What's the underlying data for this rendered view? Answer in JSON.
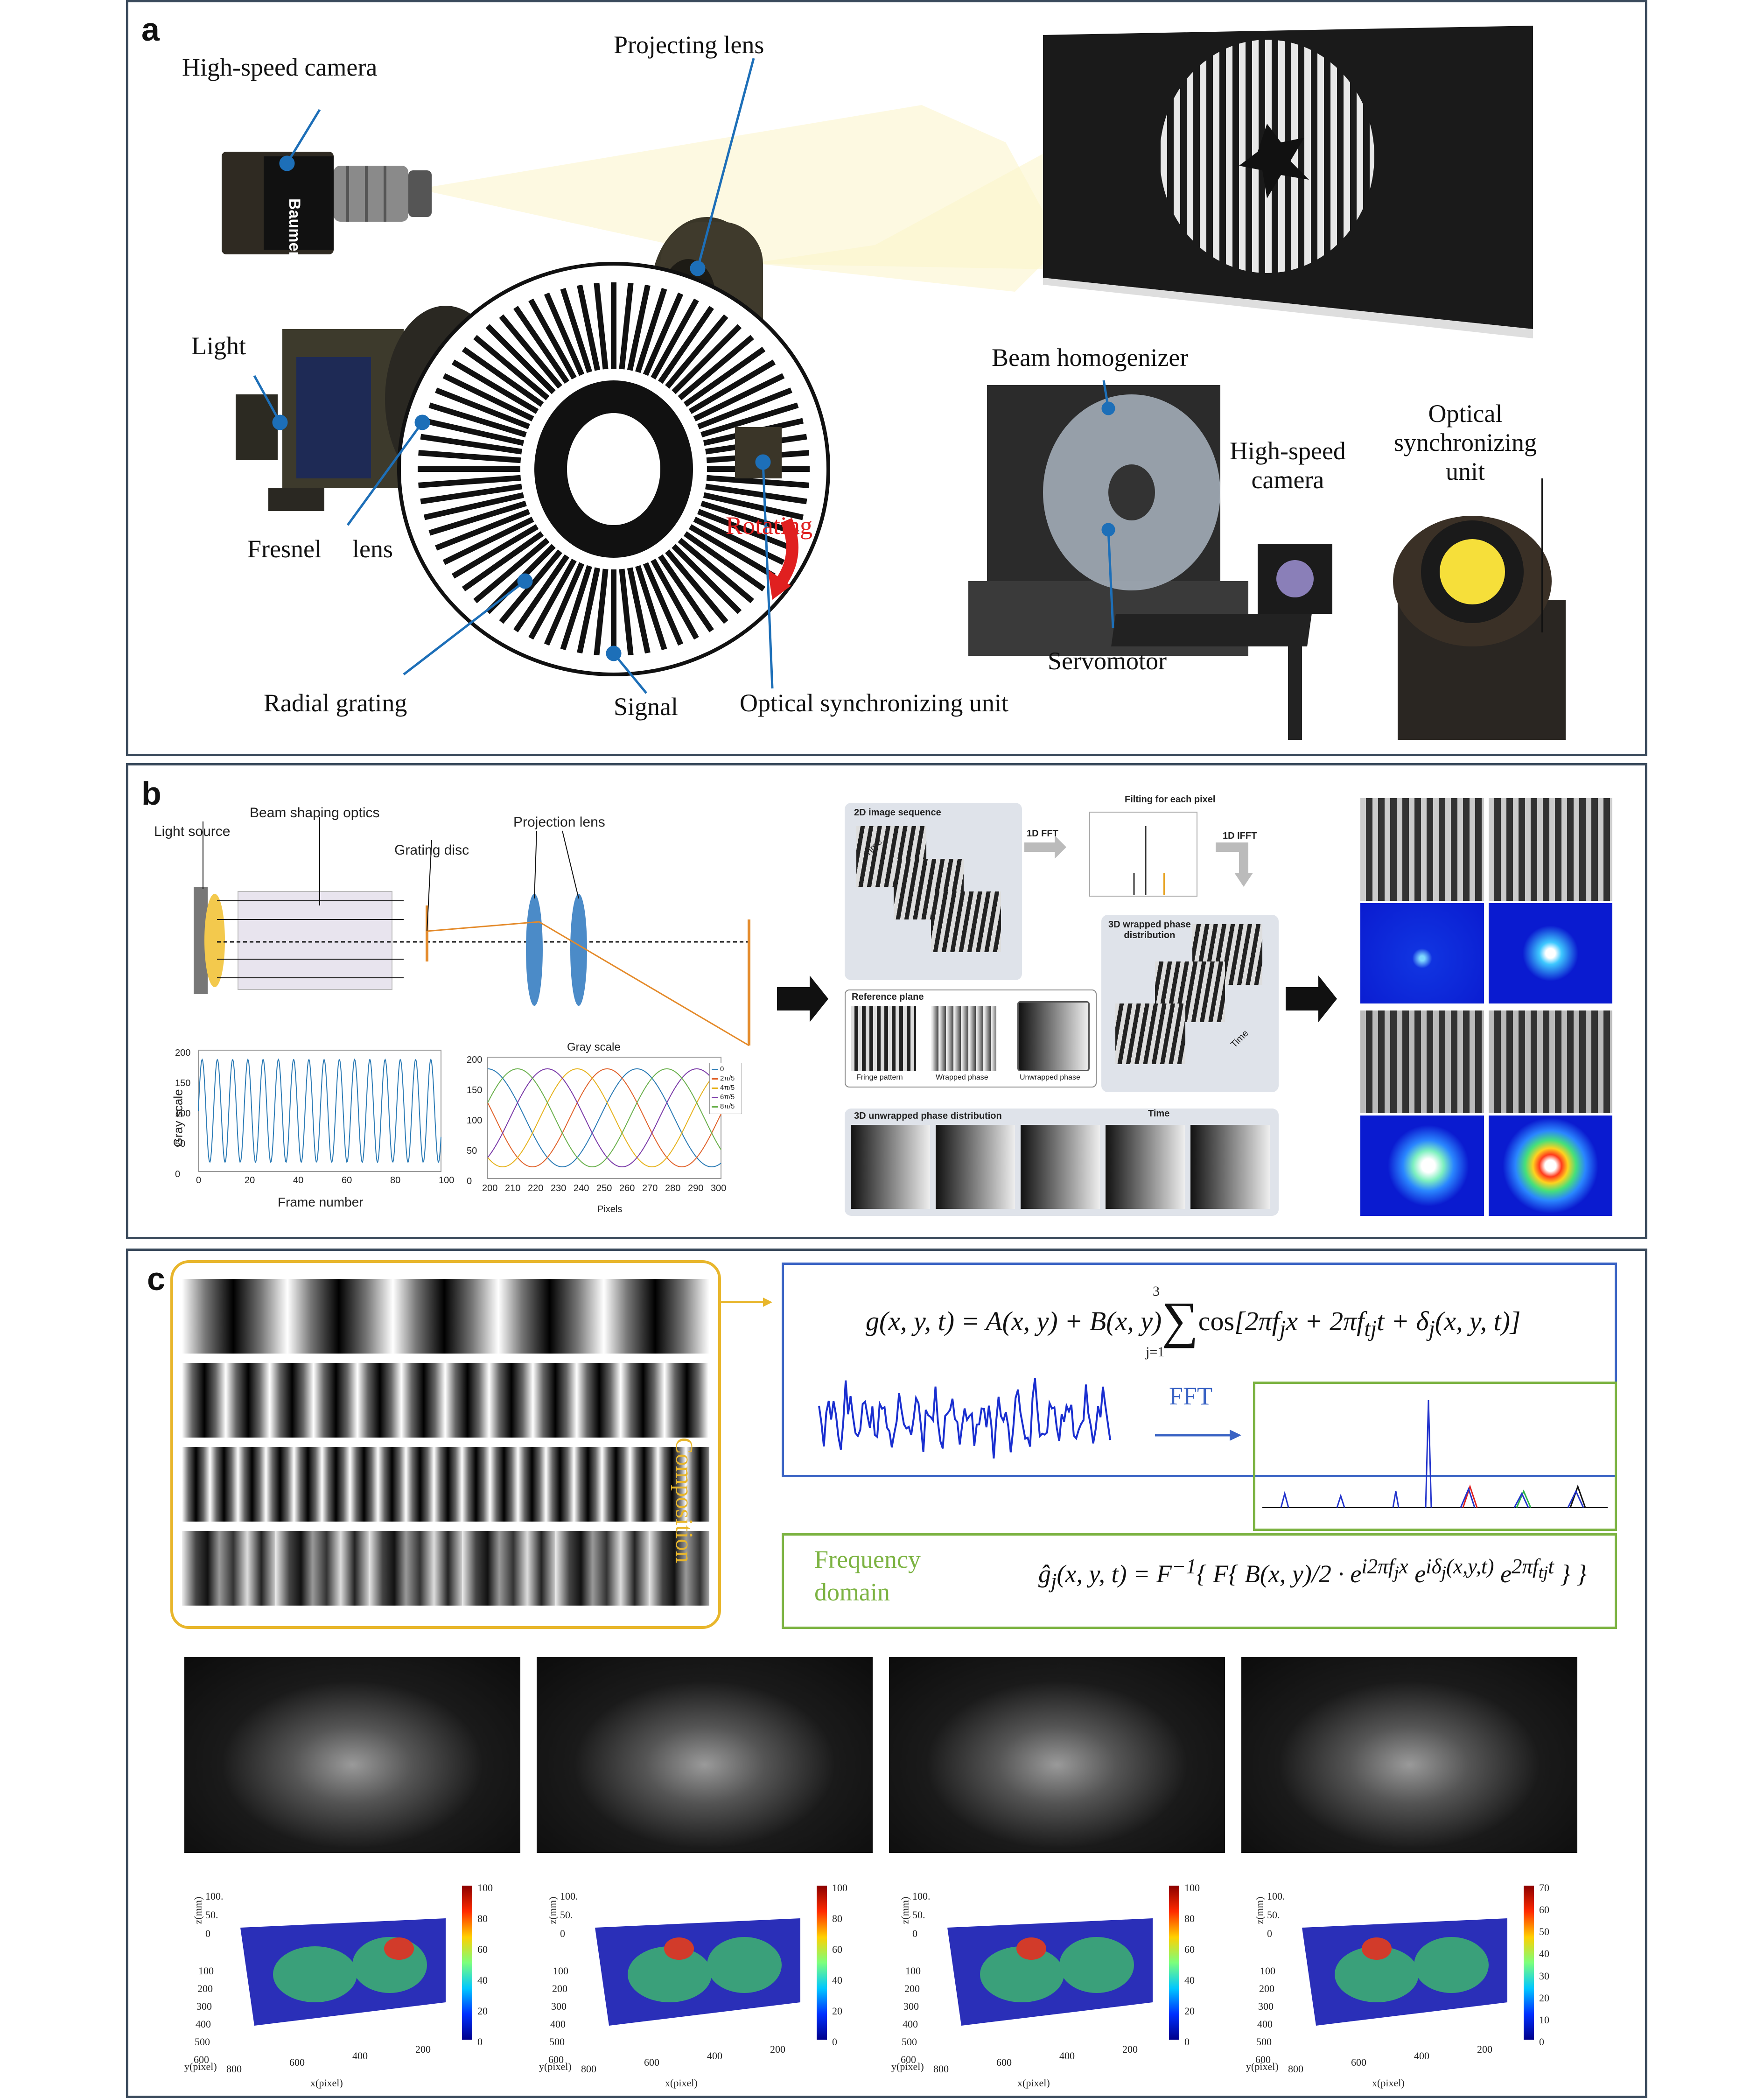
{
  "panel_a": {
    "label": "a",
    "high_speed_camera": "High-speed camera",
    "projecting_lens": "Projecting lens",
    "light": "Light",
    "fresnel": "Fresnel",
    "lens": "lens",
    "rotating": "Rotating",
    "radial_grating": "Radial grating",
    "signal": "Signal",
    "optical_sync_unit": "Optical synchronizing unit",
    "beam_homogenizer": "Beam homogenizer",
    "high_speed_line1": "High-speed",
    "high_speed_line2": "camera",
    "optical_line1": "Optical",
    "optical_line2": "synchronizing",
    "optical_line3": "unit",
    "servomotor": "Servomotor",
    "camera_brand": "Baumer"
  },
  "panel_b": {
    "label": "b",
    "light_source": "Light source",
    "beam_shaping_optics": "Beam shaping optics",
    "grating_disc": "Grating disc",
    "projection_lens": "Projection lens",
    "chart1_ylabel": "Gray scale",
    "chart1_xlabel": "Frame number",
    "chart1_yticks": [
      "0",
      "50",
      "100",
      "150",
      "200"
    ],
    "chart1_xticks": [
      "0",
      "20",
      "40",
      "60",
      "80",
      "100"
    ],
    "chart2_title": "Gray scale",
    "chart2_xlabel": "Pixels",
    "chart2_yticks": [
      "0",
      "50",
      "100",
      "150",
      "200"
    ],
    "chart2_xticks": [
      "200",
      "210",
      "220",
      "230",
      "240",
      "250",
      "260",
      "270",
      "280",
      "290",
      "300"
    ],
    "chart2_legend": [
      "0",
      "2π/5",
      "4π/5",
      "6π/5",
      "8π/5"
    ],
    "image_sequence": "2D image sequence",
    "time": "Time",
    "fft": "1D FFT",
    "ifft": "1D IFFT",
    "filtering": "Filting for each pixel",
    "wrapped_3d_line1": "3D wrapped phase",
    "wrapped_3d_line2": "distribution",
    "reference_plane": "Reference plane",
    "fringe_pattern": "Fringe pattern",
    "wrapped_phase": "Wrapped phase",
    "unwrapped_phase": "Unwrapped phase",
    "unwrapped_3d": "3D unwrapped phase distribution"
  },
  "panel_c": {
    "label": "c",
    "composition": "Composition",
    "fft": "FFT",
    "frequency": "Frequency",
    "domain": "domain",
    "eq1_sum_top": "3",
    "eq1_sum_bottom": "j=1",
    "colorbars": [
      {
        "ticks": [
          "100",
          "80",
          "60",
          "40",
          "20",
          "0"
        ]
      },
      {
        "ticks": [
          "100",
          "80",
          "60",
          "40",
          "20",
          "0"
        ]
      },
      {
        "ticks": [
          "100",
          "80",
          "60",
          "40",
          "20",
          "0"
        ]
      },
      {
        "ticks": [
          "70",
          "60",
          "50",
          "40",
          "30",
          "20",
          "10",
          "0"
        ]
      }
    ],
    "plot_z_label": "z(mm)",
    "plot_z_ticks": [
      "100.",
      "50.",
      "0"
    ],
    "plot_y_ticks": [
      "100",
      "200",
      "300",
      "400",
      "500",
      "600"
    ],
    "plot_x_ticks": [
      "800",
      "600",
      "400",
      "200"
    ],
    "plot_ylabel": "y(pixel)",
    "plot_xlabel": "x(pixel)"
  },
  "colors": {
    "frame": "#3a4a5c",
    "composition_box": "#e8b62c",
    "eq_box_blue": "#3a63c4",
    "freq_box_green": "#7cb342",
    "rotating_red": "#e02020",
    "leader_blue": "#1d6fb8",
    "signal_blue": "#2233cc"
  }
}
